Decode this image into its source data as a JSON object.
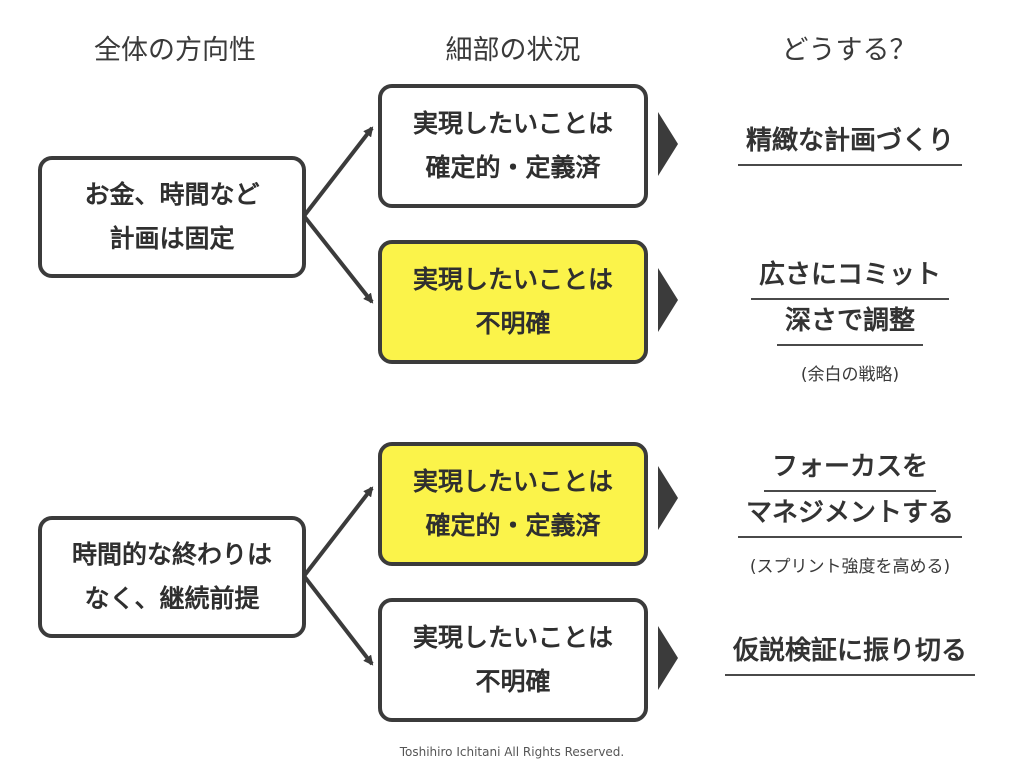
{
  "headers": {
    "overall": "全体の方向性",
    "detail": "細部の状況",
    "action": "どうする？"
  },
  "group1": {
    "left": [
      "お金、時間など",
      "計画は固定"
    ],
    "top_box": [
      "実現したいことは",
      "確定的・定義済"
    ],
    "bottom_box": [
      "実現したいことは",
      "不明確"
    ],
    "top_result": [
      "精緻な計画づくり"
    ],
    "bottom_result": [
      "広さにコミット",
      "深さで調整"
    ],
    "bottom_note": "(余白の戦略)"
  },
  "group2": {
    "left": [
      "時間的な終わりは",
      "なく、継続前提"
    ],
    "top_box": [
      "実現したいことは",
      "確定的・定義済"
    ],
    "bottom_box": [
      "実現したいことは",
      "不明確"
    ],
    "top_result": [
      "フォーカスを",
      "マネジメントする"
    ],
    "top_note": "(スプリント強度を高める)",
    "bottom_result": [
      "仮説検証に振り切る"
    ]
  },
  "footer": "Toshihiro Ichitani All Rights Reserved.",
  "colors": {
    "highlight": "#fbf34a",
    "border": "#3b3b3b",
    "arrow": "#3b3b3b"
  }
}
